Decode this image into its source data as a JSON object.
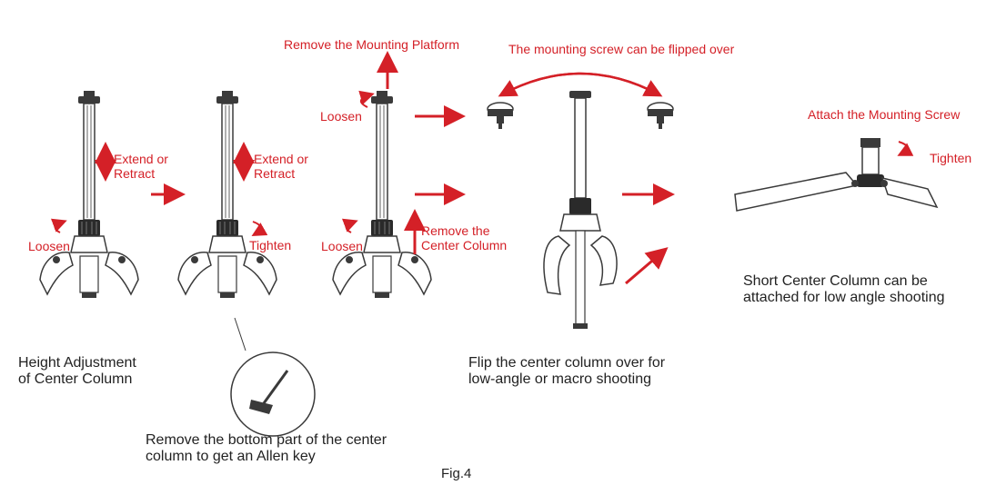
{
  "colors": {
    "accent": "#d42027",
    "ink": "#222222",
    "part": "#3a3a3a"
  },
  "labels": {
    "remove_platform": "Remove the Mounting Platform",
    "flip_screw": "The mounting screw can be flipped over",
    "attach_screw": "Attach the Mounting Screw",
    "extend_retract": "Extend or\nRetract",
    "loosen": "Loosen",
    "tighten": "Tighten",
    "remove_column": "Remove the\nCenter Column",
    "short_column": "Short Center Column can be\nattached for low angle shooting",
    "height_adjust": "Height Adjustment\nof Center Column",
    "flip_column": "Flip the center column over for\nlow-angle or macro shooting",
    "allen_key": "Remove the bottom part of the center\ncolumn to get an Allen key",
    "figure": "Fig.4"
  },
  "icons": [
    "tripod-icon",
    "mounting-screw-icon",
    "allen-key-icon",
    "arrow-icon",
    "rotate-arrow-icon"
  ]
}
